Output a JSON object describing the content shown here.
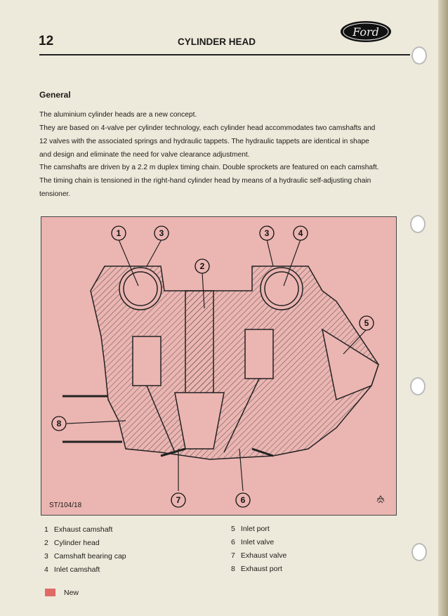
{
  "header": {
    "page_number": "12",
    "title": "CYLINDER HEAD",
    "logo_text": "Ford"
  },
  "section": {
    "heading": "General",
    "lines": [
      "The aluminium cylinder heads are a new concept.",
      "They are based on 4-valve per cylinder technology, each cylinder head accommodates two camshafts and",
      "12 valves with the associated springs and hydraulic tappets. The hydraulic tappets are identical in shape",
      "and design and eliminate the need for valve clearance adjustment.",
      "The camshafts are driven by a 2.2 m duplex timing chain. Double sprockets are featured on each camshaft.",
      "The timing chain is tensioned in the right-hand cylinder head by means of a hydraulic self-adjusting chain",
      "tensioner."
    ]
  },
  "figure": {
    "code": "ST/104/18",
    "callouts": [
      "1",
      "3",
      "3",
      "4",
      "2",
      "5",
      "8",
      "7",
      "6"
    ],
    "fill_color": "#ebb5b2"
  },
  "legend": {
    "left": [
      {
        "n": "1",
        "label": "Exhaust camshaft"
      },
      {
        "n": "2",
        "label": "Cylinder head"
      },
      {
        "n": "3",
        "label": "Camshaft bearing cap"
      },
      {
        "n": "4",
        "label": "Inlet camshaft"
      }
    ],
    "right": [
      {
        "n": "5",
        "label": "Inlet port"
      },
      {
        "n": "6",
        "label": "Inlet valve"
      },
      {
        "n": "7",
        "label": "Exhaust valve"
      },
      {
        "n": "8",
        "label": "Exhaust port"
      }
    ],
    "key_label": "New",
    "key_color": "#e06a66"
  }
}
